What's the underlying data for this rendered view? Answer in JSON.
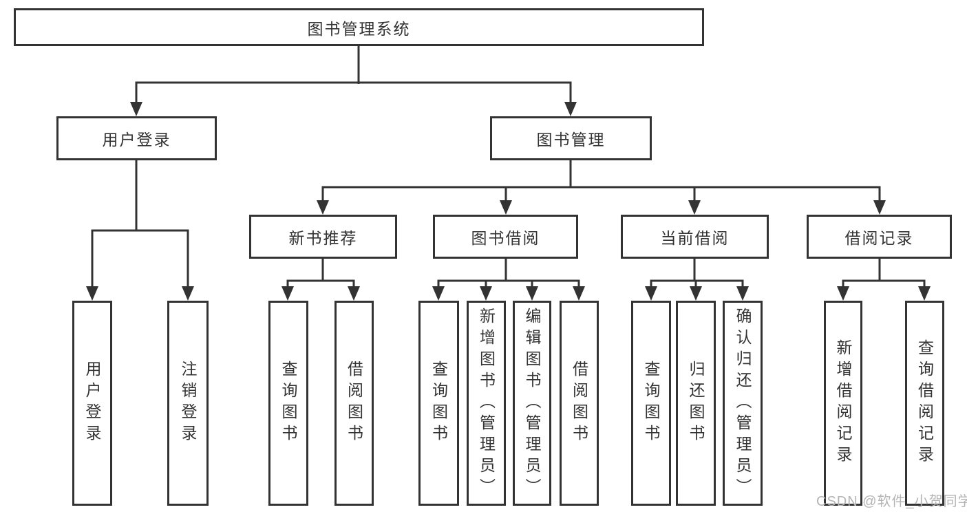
{
  "diagram": {
    "title": "图书管理系统",
    "watermark": "CSDN @软件_小贺同学",
    "colors": {
      "line": "#333333",
      "text": "#333333",
      "box_background": "#ffffff",
      "watermark": "#b4b4b4"
    },
    "nodes": {
      "root": {
        "label": "图书管理系统"
      },
      "level2": [
        {
          "label": "用户登录"
        },
        {
          "label": "图书管理"
        }
      ],
      "level3": [
        {
          "label": "新书推荐",
          "parent": "图书管理"
        },
        {
          "label": "图书借阅",
          "parent": "图书管理"
        },
        {
          "label": "当前借阅",
          "parent": "图书管理"
        },
        {
          "label": "借阅记录",
          "parent": "图书管理"
        }
      ],
      "level4": [
        {
          "label": "用户登录",
          "parent": "用户登录"
        },
        {
          "label": "注销登录",
          "parent": "用户登录"
        },
        {
          "label": "查询图书",
          "parent": "新书推荐"
        },
        {
          "label": "借阅图书",
          "parent": "新书推荐"
        },
        {
          "label": "查询图书",
          "parent": "图书借阅"
        },
        {
          "label": "新增图书（管理员）",
          "parent": "图书借阅"
        },
        {
          "label": "编辑图书（管理员）",
          "parent": "图书借阅"
        },
        {
          "label": "借阅图书",
          "parent": "图书借阅"
        },
        {
          "label": "查询图书",
          "parent": "当前借阅"
        },
        {
          "label": "归还图书",
          "parent": "当前借阅"
        },
        {
          "label": "确认归还（管理员）",
          "parent": "当前借阅"
        },
        {
          "label": "新增借阅记录",
          "parent": "借阅记录"
        },
        {
          "label": "查询借阅记录",
          "parent": "借阅记录"
        }
      ]
    }
  }
}
